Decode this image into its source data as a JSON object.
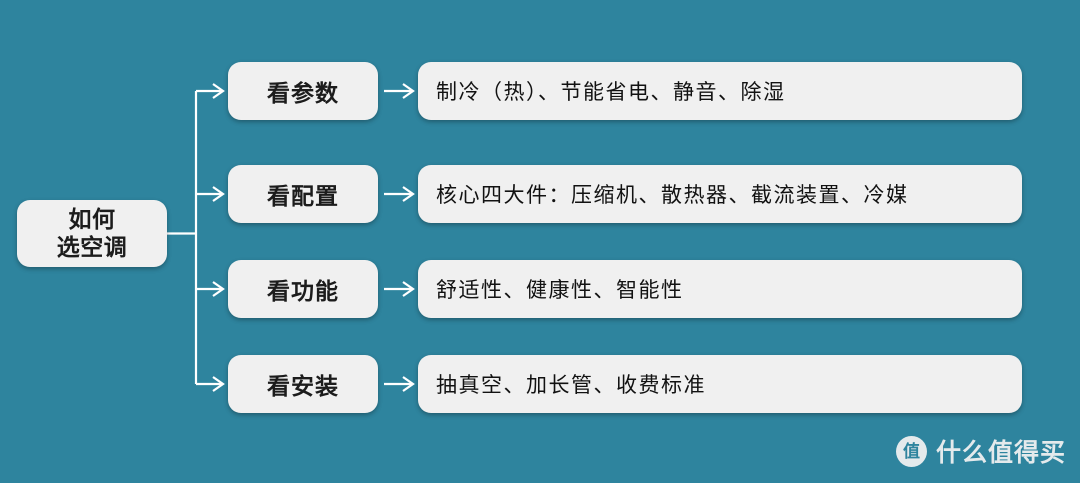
{
  "theme": {
    "background_color": "#2e849e",
    "node_fill_color": "#f0f0f0",
    "node_text_color": "#1c1c1c",
    "connector_color": "#ffffff"
  },
  "diagram": {
    "type": "mindmap-bracket",
    "root": {
      "label_line1": "如何",
      "label_line2": "选空调"
    },
    "branches": [
      {
        "label": "看参数",
        "detail": "制冷（热）、节能省电、静音、除湿"
      },
      {
        "label": "看配置",
        "detail": "核心四大件：压缩机、散热器、截流装置、冷媒"
      },
      {
        "label": "看功能",
        "detail": "舒适性、健康性、智能性"
      },
      {
        "label": "看安装",
        "detail": "抽真空、加长管、收费标准"
      }
    ]
  },
  "watermark": {
    "badge_text": "值",
    "text": "什么值得买"
  }
}
